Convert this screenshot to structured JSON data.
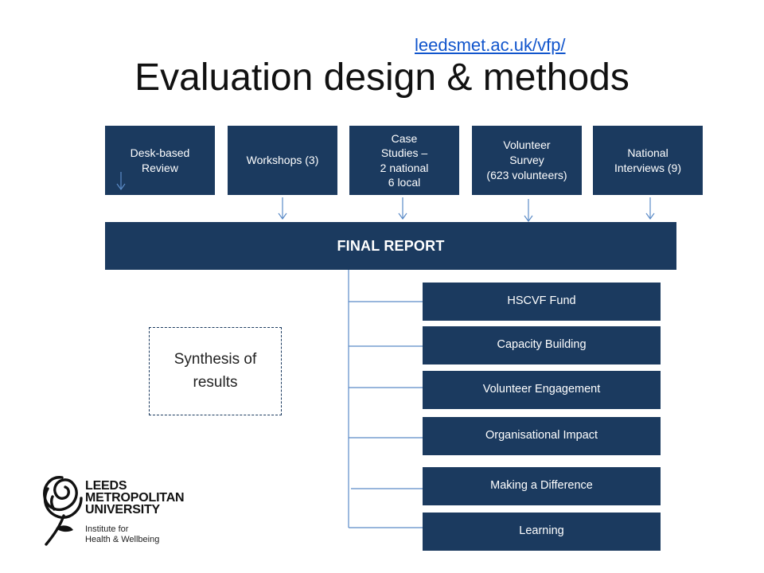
{
  "header": {
    "link_text": "leedsmet.ac.uk/vfp/",
    "title": "Evaluation design & methods"
  },
  "methods": [
    {
      "label": "Desk-based\nReview"
    },
    {
      "label": "Workshops (3)"
    },
    {
      "label": "Case\nStudies –\n2 national\n6 local"
    },
    {
      "label": "Volunteer\nSurvey\n(623 volunteers)"
    },
    {
      "label": "National\nInterviews (9)"
    }
  ],
  "final_report": {
    "label": "FINAL REPORT"
  },
  "outputs": [
    {
      "label": "HSCVF Fund"
    },
    {
      "label": "Capacity Building"
    },
    {
      "label": "Volunteer Engagement"
    },
    {
      "label": "Organisational Impact"
    },
    {
      "label": "Making a Difference"
    },
    {
      "label": "Learning"
    }
  ],
  "synthesis": {
    "label": "Synthesis of\nresults"
  },
  "logo": {
    "icon": "rose-icon",
    "name_lines": [
      "LEEDS",
      "METROPOLITAN",
      "UNIVERSITY"
    ],
    "subtitle_lines": [
      "Institute for",
      "Health & Wellbeing"
    ]
  },
  "colors": {
    "box_fill": "#1b3a5f",
    "box_text": "#ffffff",
    "connector": "#5b8bc7",
    "link": "#1155cc"
  }
}
